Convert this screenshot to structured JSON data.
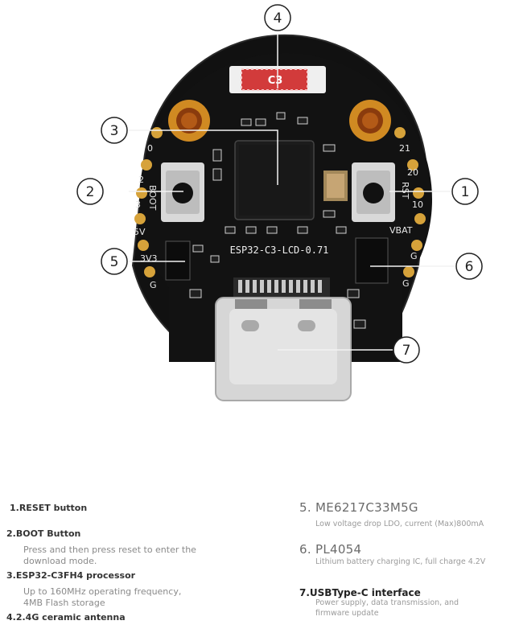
{
  "board": {
    "model_label": "ESP32-C3-LCD-0.71",
    "label_boot": "BOOT",
    "label_rst": "RST",
    "label_vbat": "VBAT",
    "label_5v": "5V",
    "label_3v3": "3V3",
    "label_g_left": "G",
    "label_g_right1": "G",
    "label_g_right2": "G",
    "left_pins": [
      "0",
      "2",
      "3"
    ],
    "right_pins": [
      "21",
      "20",
      "10"
    ],
    "antenna_text": "C3",
    "accent_gold": "#c88a1a",
    "pcb_color": "#121212"
  },
  "callouts": [
    "1",
    "2",
    "3",
    "4",
    "5",
    "6",
    "7"
  ],
  "legend": {
    "left": [
      {
        "title": "1.RESET button",
        "desc": []
      },
      {
        "title": "2.BOOT Button",
        "desc": [
          "Press and then press reset to enter the",
          "download mode."
        ]
      },
      {
        "title": "3.ESP32-C3FH4 processor",
        "desc": [
          "Up to 160MHz operating frequency,",
          "4MB Flash storage"
        ]
      },
      {
        "title": "4.2.4G ceramic antenna",
        "desc": []
      }
    ],
    "right": [
      {
        "title": "5.  ME6217C33M5G",
        "desc": [
          "Low voltage drop LDO, current (Max)800mA"
        ]
      },
      {
        "title": "6.  PL4054",
        "desc": [
          "Lithium battery charging IC, full charge 4.2V"
        ]
      },
      {
        "title": "7.USBType-C interface",
        "desc": [
          "Power supply, data transmission, and",
          "firmware update"
        ]
      }
    ]
  }
}
